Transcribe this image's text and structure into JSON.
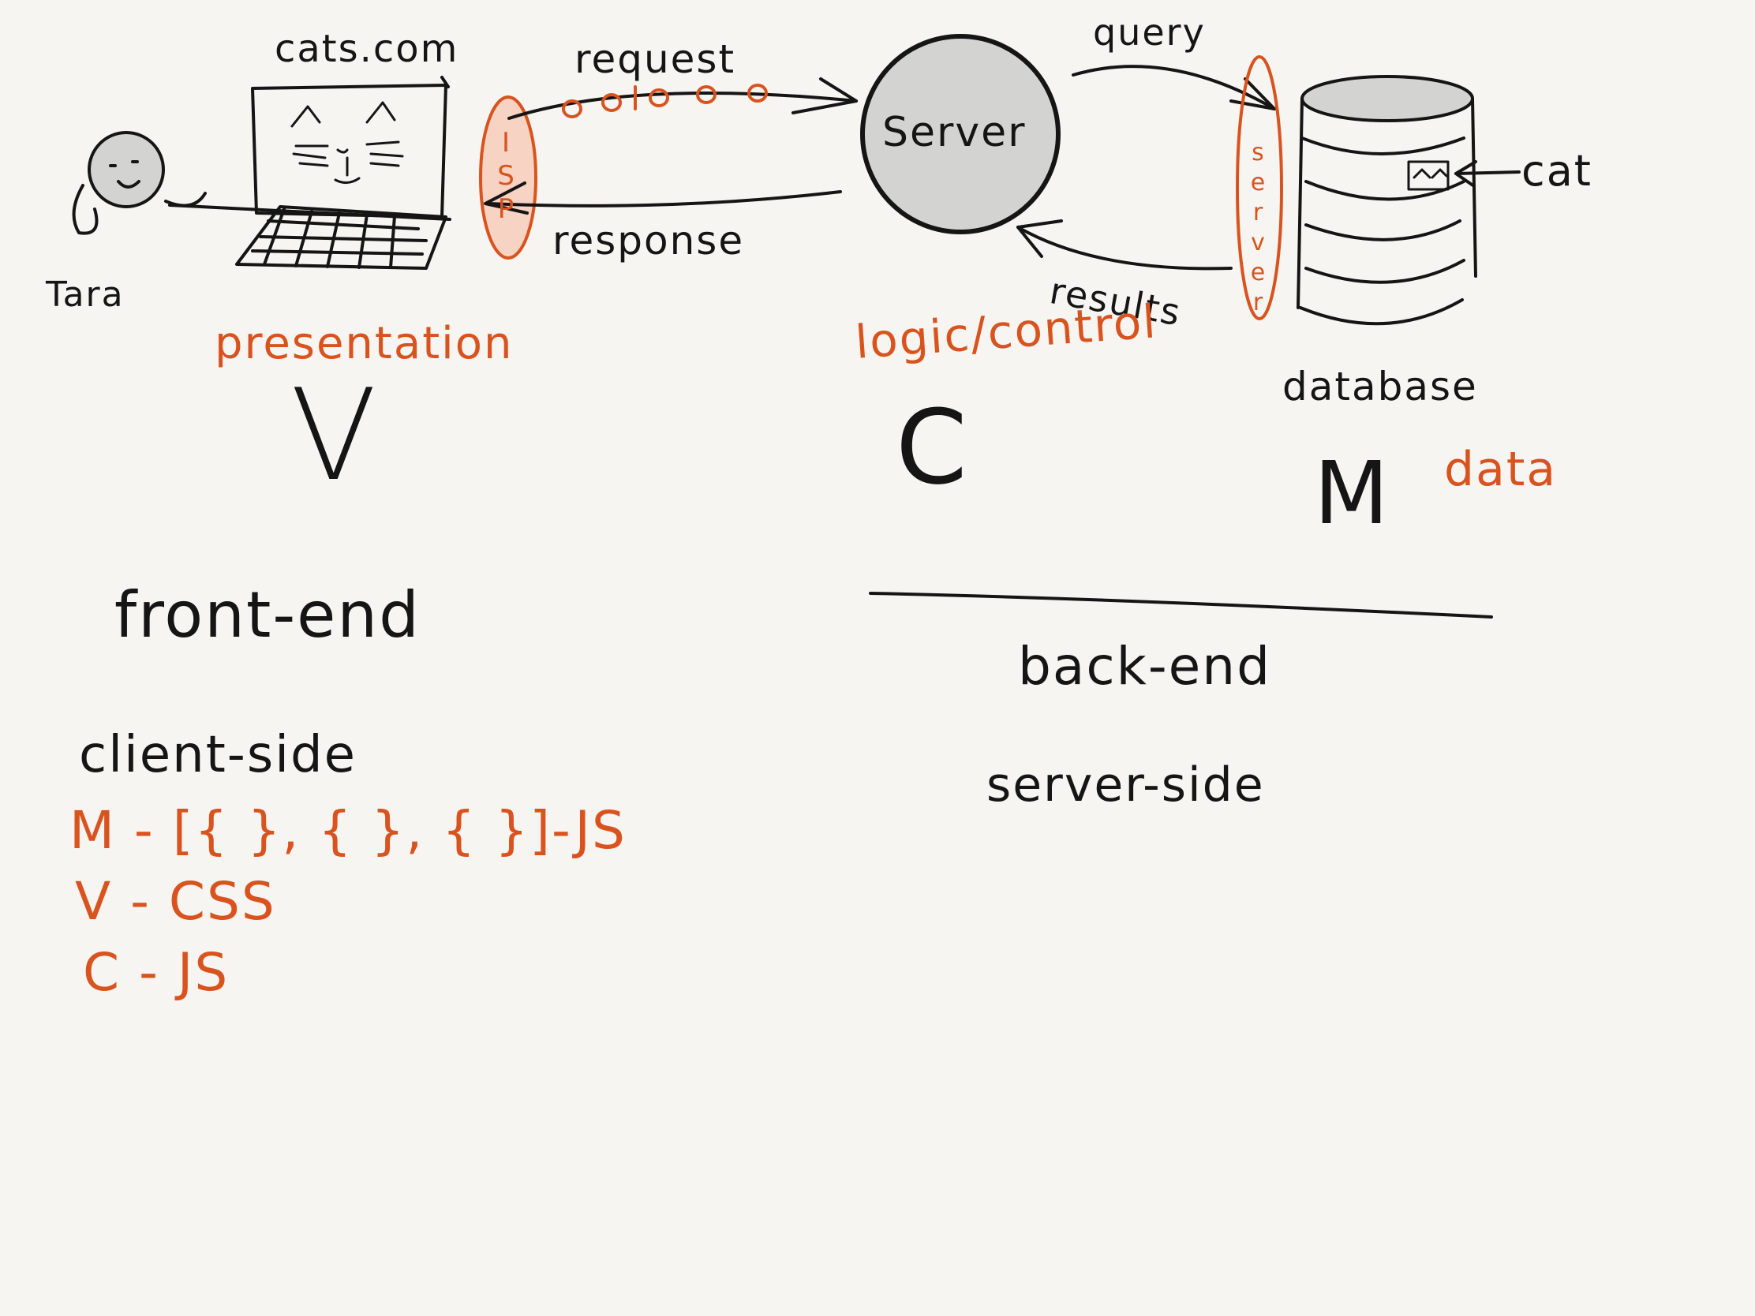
{
  "colors": {
    "ink": "#151515",
    "accent": "#d9531e",
    "accent_fill": "#f6d3c2",
    "server_fill": "#d3d3d1",
    "paper": "#f6f5f1"
  },
  "labels": {
    "site": "cats.com",
    "user": "Tara",
    "request": "request",
    "response": "response",
    "bits": "oo1oooo",
    "isp": "I S P",
    "server": "Server",
    "query": "query",
    "results": "results",
    "db_server": "server",
    "cat": "cat",
    "presentation": "presentation",
    "v": "V",
    "logic": "logic/control",
    "c": "C",
    "database": "database",
    "m": "M",
    "data": "data",
    "front_end": "front-end",
    "back_end": "back-end",
    "client_side": "client-side",
    "server_side": "server-side",
    "m_line": "M - [{ }, { }, { }]-JS",
    "v_line": "V - CSS",
    "c_line": "C - JS"
  },
  "icons": [
    "person-icon",
    "laptop-icon",
    "cat-face-icon",
    "server-circle-icon",
    "database-cylinder-icon",
    "cat-record-icon"
  ]
}
